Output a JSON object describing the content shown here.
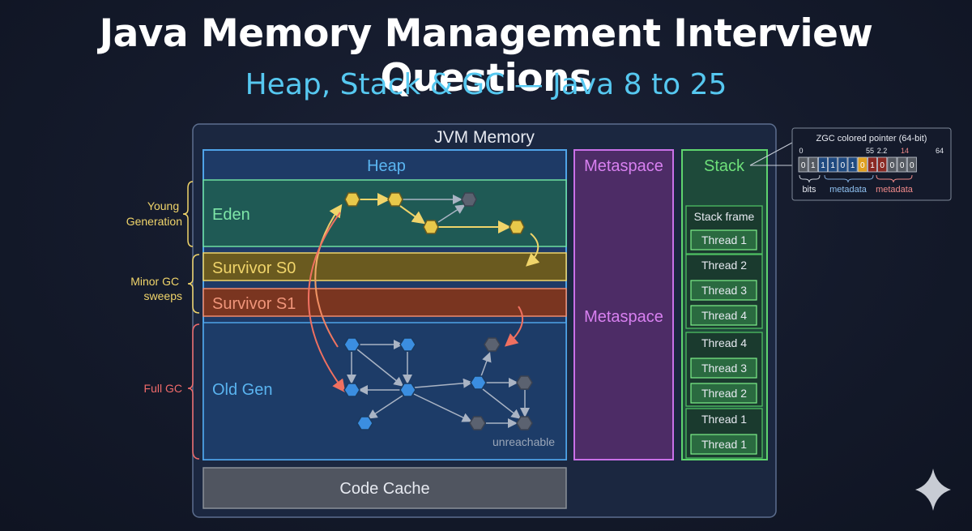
{
  "title": "Java Memory Management Interview Questions",
  "subtitle": "Heap, Stack & GC — Java 8 to 25",
  "jvm_label": "JVM Memory",
  "heap": {
    "label": "Heap",
    "eden": "Eden",
    "survivor_s0": "Survivor S0",
    "survivor_s1": "Survivor S1",
    "old_gen": "Old Gen",
    "unreachable": "unreachable"
  },
  "metaspace": {
    "title": "Metaspace",
    "center": "Metaspace"
  },
  "stack": {
    "label": "Stack",
    "frame_label": "Stack frame",
    "groups": [
      [
        "Thread 1"
      ],
      [
        "Thread 2",
        "Thread 3",
        "Thread 4"
      ],
      [
        "Thread 4",
        "Thread 3",
        "Thread 2"
      ],
      [
        "Thread 1",
        "Thread 1"
      ]
    ]
  },
  "code_cache": "Code Cache",
  "left_labels": {
    "young_line1": "Young",
    "young_line2": "Generation",
    "minor_line1": "Minor GC",
    "minor_line2": "sweeps",
    "full": "Full GC"
  },
  "zgc": {
    "title": "ZGC colored pointer (64-bit)",
    "positions": [
      "0",
      "55",
      "2.2",
      "14",
      "64"
    ],
    "bits": [
      "0",
      "1",
      "1",
      "1",
      "0",
      "1",
      "0",
      "1",
      "0",
      "0",
      "0",
      "0"
    ],
    "labels": [
      "bits",
      "metadata",
      "metadata"
    ]
  },
  "colors": {
    "eden": "#6ee0a0",
    "survivor_s0": "#f0d46a",
    "survivor_s1": "#f08a6a",
    "old_gen": "#5ab4f0",
    "metaspace": "#d880f0",
    "stack": "#6ee07a",
    "full_gc": "#f06a6a",
    "young": "#f0d46a"
  }
}
